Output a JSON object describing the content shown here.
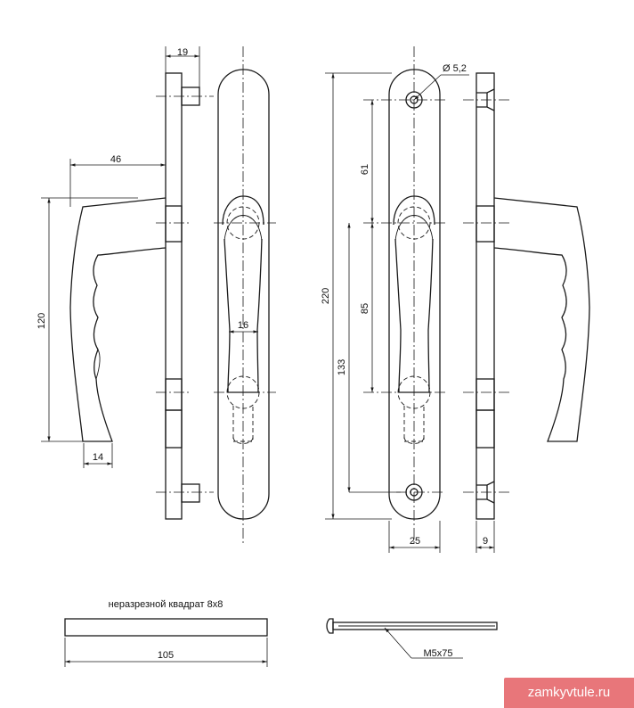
{
  "dimensions": {
    "d19": "19",
    "d46": "46",
    "d120": "120",
    "d14": "14",
    "d16": "16",
    "d_hole": "Ø 5,2",
    "d220": "220",
    "d61": "61",
    "d85": "85",
    "d133": "133",
    "d25": "25",
    "d9": "9",
    "d105": "105",
    "screw": "M5x75"
  },
  "spindle_note": "неразрезной квадрат 8x8",
  "watermark": "zamkyvtule.ru"
}
